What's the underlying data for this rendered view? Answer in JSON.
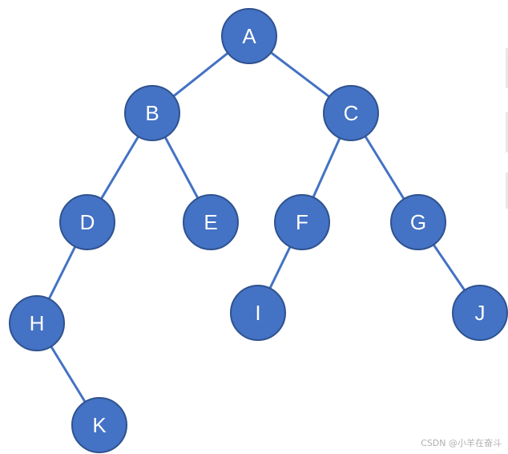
{
  "diagram": {
    "nodes": [
      {
        "id": "A",
        "label": "A"
      },
      {
        "id": "B",
        "label": "B"
      },
      {
        "id": "C",
        "label": "C"
      },
      {
        "id": "D",
        "label": "D"
      },
      {
        "id": "E",
        "label": "E"
      },
      {
        "id": "F",
        "label": "F"
      },
      {
        "id": "G",
        "label": "G"
      },
      {
        "id": "H",
        "label": "H"
      },
      {
        "id": "I",
        "label": "I"
      },
      {
        "id": "J",
        "label": "J"
      },
      {
        "id": "K",
        "label": "K"
      }
    ],
    "edges": [
      {
        "from": "A",
        "to": "B"
      },
      {
        "from": "A",
        "to": "C"
      },
      {
        "from": "B",
        "to": "D"
      },
      {
        "from": "B",
        "to": "E"
      },
      {
        "from": "C",
        "to": "F"
      },
      {
        "from": "C",
        "to": "G"
      },
      {
        "from": "D",
        "to": "H"
      },
      {
        "from": "H",
        "to": "K"
      },
      {
        "from": "F",
        "to": "I"
      },
      {
        "from": "G",
        "to": "J"
      }
    ],
    "node_color": "#4472C4",
    "edge_color": "#4472C4",
    "label_color": "#ffffff"
  },
  "watermark": {
    "text": "CSDN @小羊在奋斗"
  }
}
